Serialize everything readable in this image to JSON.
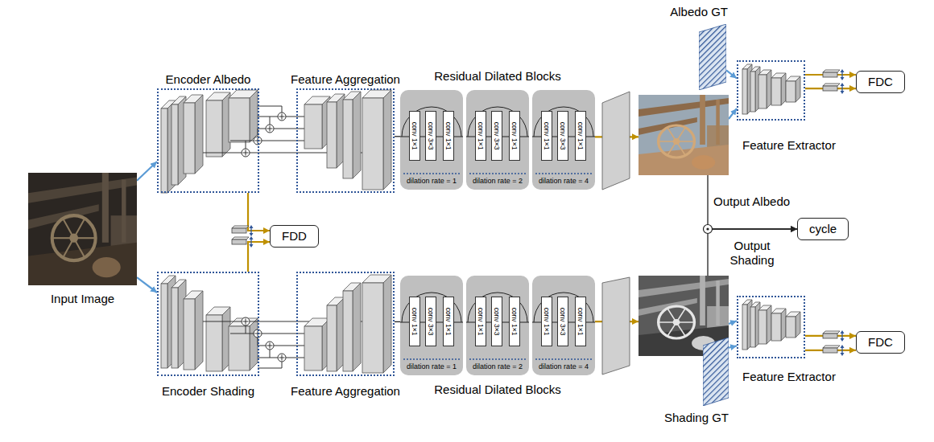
{
  "diagram": {
    "nodes": [
      {
        "text": [
          "Input Image"
        ]
      },
      {
        "text": [
          "Encoder Albedo"
        ]
      },
      {
        "text": [
          "Feature Aggregation"
        ]
      },
      {
        "text": [
          "dilation rate = 1"
        ]
      },
      {
        "text": [
          "conv 1×1"
        ],
        "in": 3
      },
      {
        "text": [
          "conv 3×3"
        ],
        "in": 3
      },
      {
        "text": [
          "conv 1×1"
        ],
        "in": 3
      },
      {
        "text": [
          "dilation rate = 2"
        ]
      },
      {
        "text": [
          "conv 1×1"
        ],
        "in": 7
      },
      {
        "text": [
          "conv 3×3"
        ],
        "in": 7
      },
      {
        "text": [
          "conv 1×1"
        ],
        "in": 7
      },
      {
        "text": [
          "dilation rate = 4"
        ]
      },
      {
        "text": [
          "conv 1×1"
        ],
        "in": 11
      },
      {
        "text": [
          "conv 3×3"
        ],
        "in": 11
      },
      {
        "text": [
          "conv 1×1"
        ],
        "in": 11
      },
      {
        "text": [
          "Albedo GT"
        ]
      },
      {
        "text": [
          "Output Albedo"
        ]
      },
      {
        "text": [
          "Feature Extractor"
        ]
      },
      {
        "text": [
          "FDC"
        ]
      },
      {
        "text": [
          "FDD"
        ]
      },
      {
        "text": [
          "cycle"
        ]
      },
      {
        "text": [
          "Encoder Shading"
        ]
      },
      {
        "text": [
          "Feature Aggregation"
        ]
      },
      {
        "text": [
          "dilation rate = 1"
        ]
      },
      {
        "text": [
          "conv 1×1"
        ],
        "in": 23
      },
      {
        "text": [
          "conv 3×3"
        ],
        "in": 23
      },
      {
        "text": [
          "conv 1×1"
        ],
        "in": 23
      },
      {
        "text": [
          "dilation rate = 2"
        ]
      },
      {
        "text": [
          "conv 1×1"
        ],
        "in": 27
      },
      {
        "text": [
          "conv 3×3"
        ],
        "in": 27
      },
      {
        "text": [
          "conv 1×1"
        ],
        "in": 27
      },
      {
        "text": [
          "dilation rate = 4"
        ]
      },
      {
        "text": [
          "conv 1×1"
        ],
        "in": 31
      },
      {
        "text": [
          "conv 3×3"
        ],
        "in": 31
      },
      {
        "text": [
          "conv 1×1"
        ],
        "in": 31
      },
      {
        "text": [
          "Output Shading"
        ]
      },
      {
        "text": [
          "Shading GT"
        ]
      },
      {
        "text": [
          "Feature Extractor"
        ]
      },
      {
        "text": [
          "FDC"
        ]
      }
    ],
    "edges": [
      {
        "from": 0,
        "to": 1,
        "arrow": "to"
      },
      {
        "from": 0,
        "to": 21,
        "arrow": "to"
      },
      {
        "from": 2,
        "to": 3,
        "arrow": "none"
      },
      {
        "from": 22,
        "to": 23,
        "arrow": "none"
      },
      {
        "from": 11,
        "to": 16,
        "arrow": "to"
      },
      {
        "from": 31,
        "to": 35,
        "arrow": "to"
      },
      {
        "from": 15,
        "to": 17,
        "arrow": "to"
      },
      {
        "from": 16,
        "to": 17,
        "arrow": "to"
      },
      {
        "from": 17,
        "to": 18,
        "arrow": "to"
      },
      {
        "from": 17,
        "to": 18,
        "arrow": "to"
      },
      {
        "from": 36,
        "to": 37,
        "arrow": "to"
      },
      {
        "from": 35,
        "to": 37,
        "arrow": "to"
      },
      {
        "from": 37,
        "to": 38,
        "arrow": "to"
      },
      {
        "from": 37,
        "to": 38,
        "arrow": "to"
      },
      {
        "from": 1,
        "to": 19,
        "arrow": "to"
      },
      {
        "from": 21,
        "to": 19,
        "arrow": "to"
      },
      {
        "from": 16,
        "to": 20,
        "arrow": "to"
      },
      {
        "from": 35,
        "to": 20,
        "arrow": "to"
      }
    ],
    "labels": [
      "Residual Dilated Blocks",
      "Residual Dilated Blocks"
    ]
  }
}
